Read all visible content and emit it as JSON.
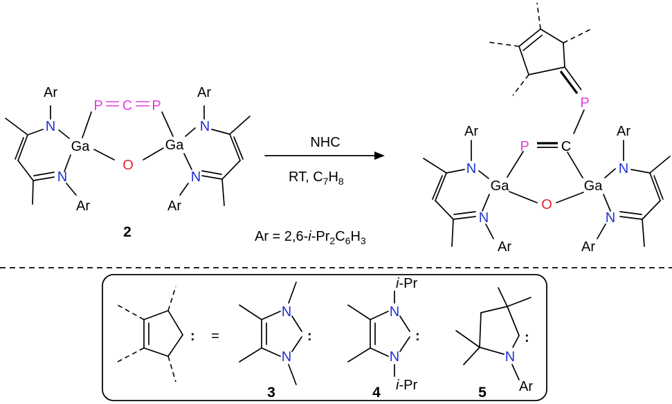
{
  "atoms": {
    "ar": "Ar",
    "n": "N",
    "ga": "Ga",
    "o": "O",
    "p": "P",
    "c": "C",
    "eq": "=",
    "colon": ":",
    "ipr_i": "i",
    "ipr_rest": "-Pr"
  },
  "compounds": {
    "reactant": "2",
    "nhc3": "3",
    "nhc4": "4",
    "nhc5": "5"
  },
  "arrow": {
    "reagent": "NHC",
    "cond_prefix": "RT,  C",
    "cond_sub1": "7",
    "cond_mid": "H",
    "cond_sub2": "8"
  },
  "ar_def": {
    "pre": "Ar = 2,6-",
    "ital": "i",
    "mid": "-Pr",
    "s1": "2",
    "c": "C",
    "s2": "6",
    "h": "H",
    "s3": "3"
  },
  "legend": {
    "equals": "="
  },
  "colors": {
    "nitrogen": "#1f2fd6",
    "phosphorus": "#e83ae0",
    "oxygen": "#e8202a",
    "bond": "#000000"
  }
}
